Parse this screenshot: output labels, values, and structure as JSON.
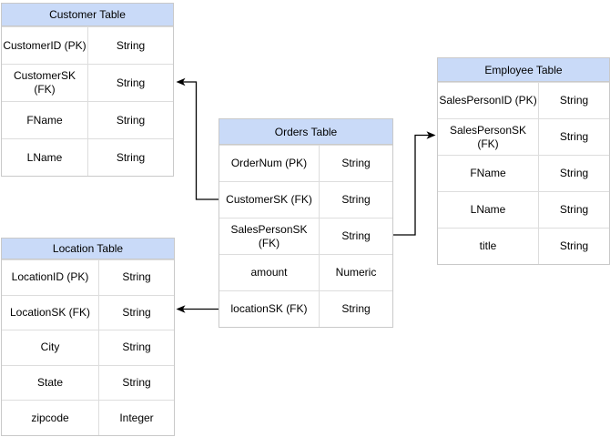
{
  "diagram": {
    "background": "#FFFFFF",
    "colors": {
      "header_fill": "#C9DAF8",
      "outer_border": "#C9C9C9",
      "grid_line": "#DDDDDD",
      "text": "#000000",
      "connector": "#000000"
    },
    "tables": {
      "customer": {
        "title": "Customer Table",
        "rows": [
          {
            "field": "CustomerID (PK)",
            "type": "String"
          },
          {
            "field": "CustomerSK\n(FK)",
            "type": "String"
          },
          {
            "field": "FName",
            "type": "String"
          },
          {
            "field": "LName",
            "type": "String"
          }
        ]
      },
      "orders": {
        "title": "Orders Table",
        "rows": [
          {
            "field": "OrderNum (PK)",
            "type": "String"
          },
          {
            "field": "CustomerSK (FK)",
            "type": "String"
          },
          {
            "field": "SalesPersonSK\n(FK)",
            "type": "String"
          },
          {
            "field": "amount",
            "type": "Numeric"
          },
          {
            "field": "locationSK (FK)",
            "type": "String"
          }
        ]
      },
      "employee": {
        "title": "Employee Table",
        "rows": [
          {
            "field": "SalesPersonID (PK)",
            "type": "String"
          },
          {
            "field": "SalesPersonSK\n(FK)",
            "type": "String"
          },
          {
            "field": "FName",
            "type": "String"
          },
          {
            "field": "LName",
            "type": "String"
          },
          {
            "field": "title",
            "type": "String"
          }
        ]
      },
      "location": {
        "title": "Location Table",
        "rows": [
          {
            "field": "LocationID (PK)",
            "type": "String"
          },
          {
            "field": "LocationSK (FK)",
            "type": "String"
          },
          {
            "field": "City",
            "type": "String"
          },
          {
            "field": "State",
            "type": "String"
          },
          {
            "field": "zipcode",
            "type": "Integer"
          }
        ]
      }
    },
    "connectors": [
      {
        "from": "Orders Table / CustomerSK (FK)",
        "to": "Customer Table / CustomerSK (FK)",
        "arrow_direction": "left"
      },
      {
        "from": "Orders Table / SalesPersonSK (FK)",
        "to": "Employee Table / SalesPersonSK (FK)",
        "arrow_direction": "right"
      },
      {
        "from": "Orders Table / locationSK (FK)",
        "to": "Location Table / LocationSK (FK)",
        "arrow_direction": "left"
      }
    ]
  }
}
